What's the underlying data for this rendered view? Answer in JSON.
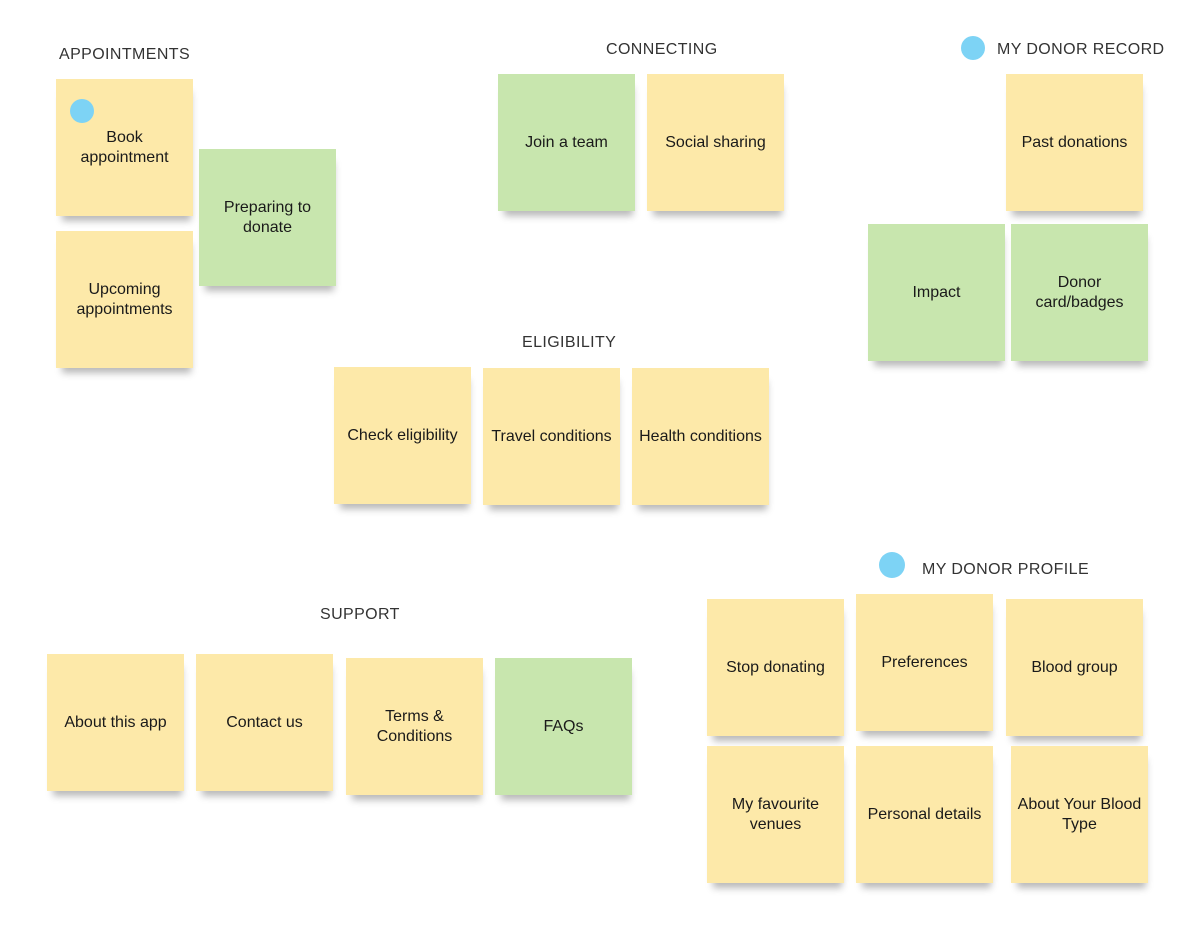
{
  "colors": {
    "yellow_note": "#fde9a9",
    "green_note": "#c8e6ae",
    "marker_dot": "#7dd3f5",
    "background": "#ffffff"
  },
  "groups": {
    "appointments": {
      "title": "APPOINTMENTS",
      "notes": [
        {
          "label": "Book appointment",
          "color": "yellow"
        },
        {
          "label": "Preparing to donate",
          "color": "green"
        },
        {
          "label": "Upcoming appointments",
          "color": "yellow"
        }
      ]
    },
    "connecting": {
      "title": "CONNECTING",
      "notes": [
        {
          "label": "Join a team",
          "color": "green"
        },
        {
          "label": "Social sharing",
          "color": "yellow"
        }
      ]
    },
    "my_donor_record": {
      "title": "MY DONOR RECORD",
      "notes": [
        {
          "label": "Past donations",
          "color": "yellow"
        },
        {
          "label": "Impact",
          "color": "green"
        },
        {
          "label": "Donor card/badges",
          "color": "green"
        }
      ]
    },
    "eligibility": {
      "title": "ELIGIBILITY",
      "notes": [
        {
          "label": "Check eligibility",
          "color": "yellow"
        },
        {
          "label": "Travel conditions",
          "color": "yellow"
        },
        {
          "label": "Health conditions",
          "color": "yellow"
        }
      ]
    },
    "support": {
      "title": "SUPPORT",
      "notes": [
        {
          "label": "About this app",
          "color": "yellow"
        },
        {
          "label": "Contact us",
          "color": "yellow"
        },
        {
          "label": "Terms & Conditions",
          "color": "yellow"
        },
        {
          "label": "FAQs",
          "color": "green"
        }
      ]
    },
    "my_donor_profile": {
      "title": "MY DONOR PROFILE",
      "notes": [
        {
          "label": "Stop donating",
          "color": "yellow"
        },
        {
          "label": "Preferences",
          "color": "yellow"
        },
        {
          "label": "Blood group",
          "color": "yellow"
        },
        {
          "label": "My favourite venues",
          "color": "yellow"
        },
        {
          "label": "Personal details",
          "color": "yellow"
        },
        {
          "label": "About Your Blood Type",
          "color": "yellow"
        }
      ]
    }
  }
}
